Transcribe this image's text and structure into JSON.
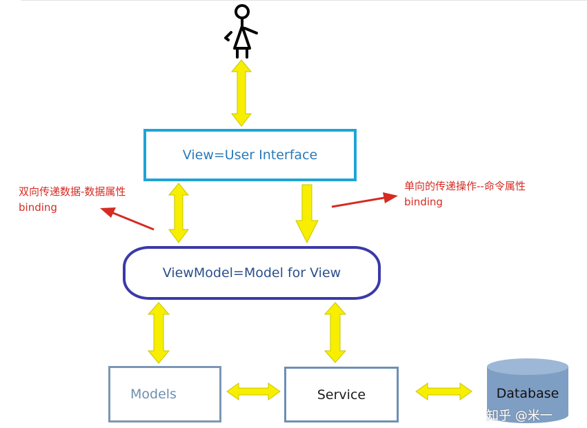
{
  "diagram": {
    "boxes": {
      "view": "View=User Interface",
      "viewmodel": "ViewModel=Model for View",
      "models": "Models",
      "service": "Service",
      "database": "Database"
    },
    "notes": {
      "two_way": {
        "line1": "双向传递数据-数据属性",
        "line2": "binding"
      },
      "one_way": {
        "line1": "单向的传递操作--命令属性",
        "line2": "binding"
      }
    },
    "arrows": [
      {
        "from": "user",
        "to": "view",
        "direction": "both"
      },
      {
        "from": "view",
        "to": "viewmodel",
        "direction": "both",
        "binding": "two_way"
      },
      {
        "from": "view",
        "to": "viewmodel",
        "direction": "one",
        "binding": "one_way"
      },
      {
        "from": "viewmodel",
        "to": "models",
        "direction": "both"
      },
      {
        "from": "viewmodel",
        "to": "service",
        "direction": "both"
      },
      {
        "from": "models",
        "to": "service",
        "direction": "both"
      },
      {
        "from": "service",
        "to": "database",
        "direction": "both"
      }
    ],
    "actor": "stick-figure-user"
  },
  "colors": {
    "arrow_fill": "#f7ee00",
    "view_border": "#1ea4d6",
    "viewmodel_border": "#3a3aa8",
    "models_border": "#7b96b5",
    "service_border": "#6d8fb4",
    "database_fill": "#7f9ec4",
    "note_text": "#d42b22",
    "pointer_arrow": "#d42b22"
  },
  "watermark": "知乎 @米一"
}
